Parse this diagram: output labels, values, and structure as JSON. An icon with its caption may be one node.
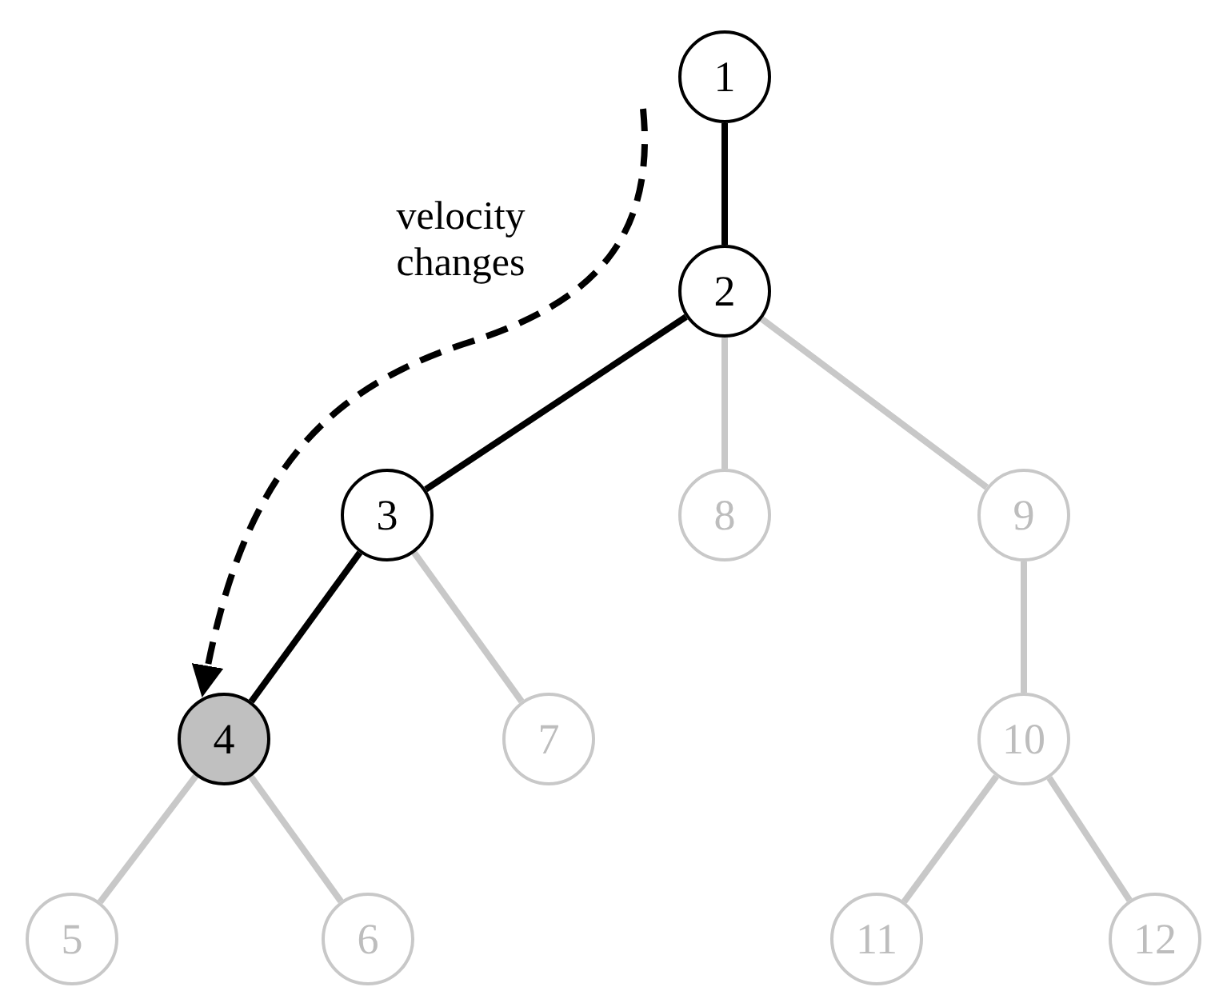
{
  "diagram": {
    "nodes": [
      {
        "text": [
          "1"
        ]
      },
      {
        "text": [
          "2"
        ]
      },
      {
        "text": [
          "3"
        ]
      },
      {
        "text": [
          "8"
        ]
      },
      {
        "text": [
          "9"
        ]
      },
      {
        "text": [
          "4"
        ]
      },
      {
        "text": [
          "7"
        ]
      },
      {
        "text": [
          "10"
        ]
      },
      {
        "text": [
          "5"
        ]
      },
      {
        "text": [
          "6"
        ]
      },
      {
        "text": [
          "11"
        ]
      },
      {
        "text": [
          "12"
        ]
      }
    ],
    "edges": [
      {
        "from": 0,
        "to": 1,
        "arrow": "none",
        "color": "#000000"
      },
      {
        "from": 1,
        "to": 2,
        "arrow": "none",
        "color": "#000000"
      },
      {
        "from": 2,
        "to": 5,
        "arrow": "none",
        "color": "#000000"
      },
      {
        "from": 1,
        "to": 3,
        "arrow": "none"
      },
      {
        "from": 1,
        "to": 4,
        "arrow": "none"
      },
      {
        "from": 2,
        "to": 6,
        "arrow": "none"
      },
      {
        "from": 4,
        "to": 7,
        "arrow": "none"
      },
      {
        "from": 5,
        "to": 8,
        "arrow": "none"
      },
      {
        "from": 5,
        "to": 9,
        "arrow": "none"
      },
      {
        "from": 7,
        "to": 10,
        "arrow": "none"
      },
      {
        "from": 7,
        "to": 11,
        "arrow": "none"
      },
      {
        "from": null,
        "to": 5,
        "arrow": "to",
        "style": "dashed",
        "label": "velocity changes",
        "color": "#000000"
      }
    ]
  }
}
